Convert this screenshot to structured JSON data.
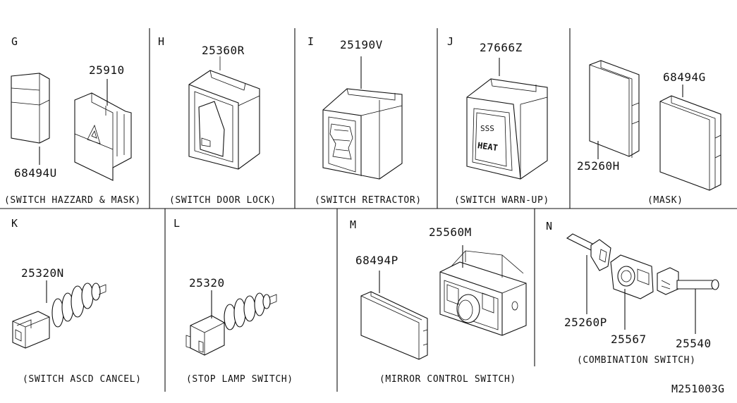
{
  "diagram": {
    "reference": "M251003G",
    "panels": [
      {
        "id": "G",
        "caption": "(SWITCH HAZZARD & MASK)",
        "parts": [
          "25910",
          "68494U"
        ]
      },
      {
        "id": "H",
        "caption": "(SWITCH DOOR LOCK)",
        "parts": [
          "25360R"
        ]
      },
      {
        "id": "I",
        "caption": "(SWITCH RETRACTOR)",
        "parts": [
          "25190V"
        ]
      },
      {
        "id": "J",
        "caption": "(SWITCH WARN-UP)",
        "parts": [
          "27666Z"
        ],
        "part_text": {
          "heat": "HEAT",
          "symbol": "SSS"
        }
      },
      {
        "id": "",
        "caption": "(MASK)",
        "parts": [
          "68494G",
          "25260H"
        ]
      },
      {
        "id": "K",
        "caption": "(SWITCH ASCD CANCEL)",
        "parts": [
          "25320N"
        ]
      },
      {
        "id": "L",
        "caption": "(STOP LAMP SWITCH)",
        "parts": [
          "25320"
        ]
      },
      {
        "id": "M",
        "caption": "(MIRROR CONTROL SWITCH)",
        "parts": [
          "25560M",
          "68494P"
        ]
      },
      {
        "id": "N",
        "caption": "(COMBINATION SWITCH)",
        "parts": [
          "25260P",
          "25567",
          "25540"
        ]
      }
    ]
  }
}
